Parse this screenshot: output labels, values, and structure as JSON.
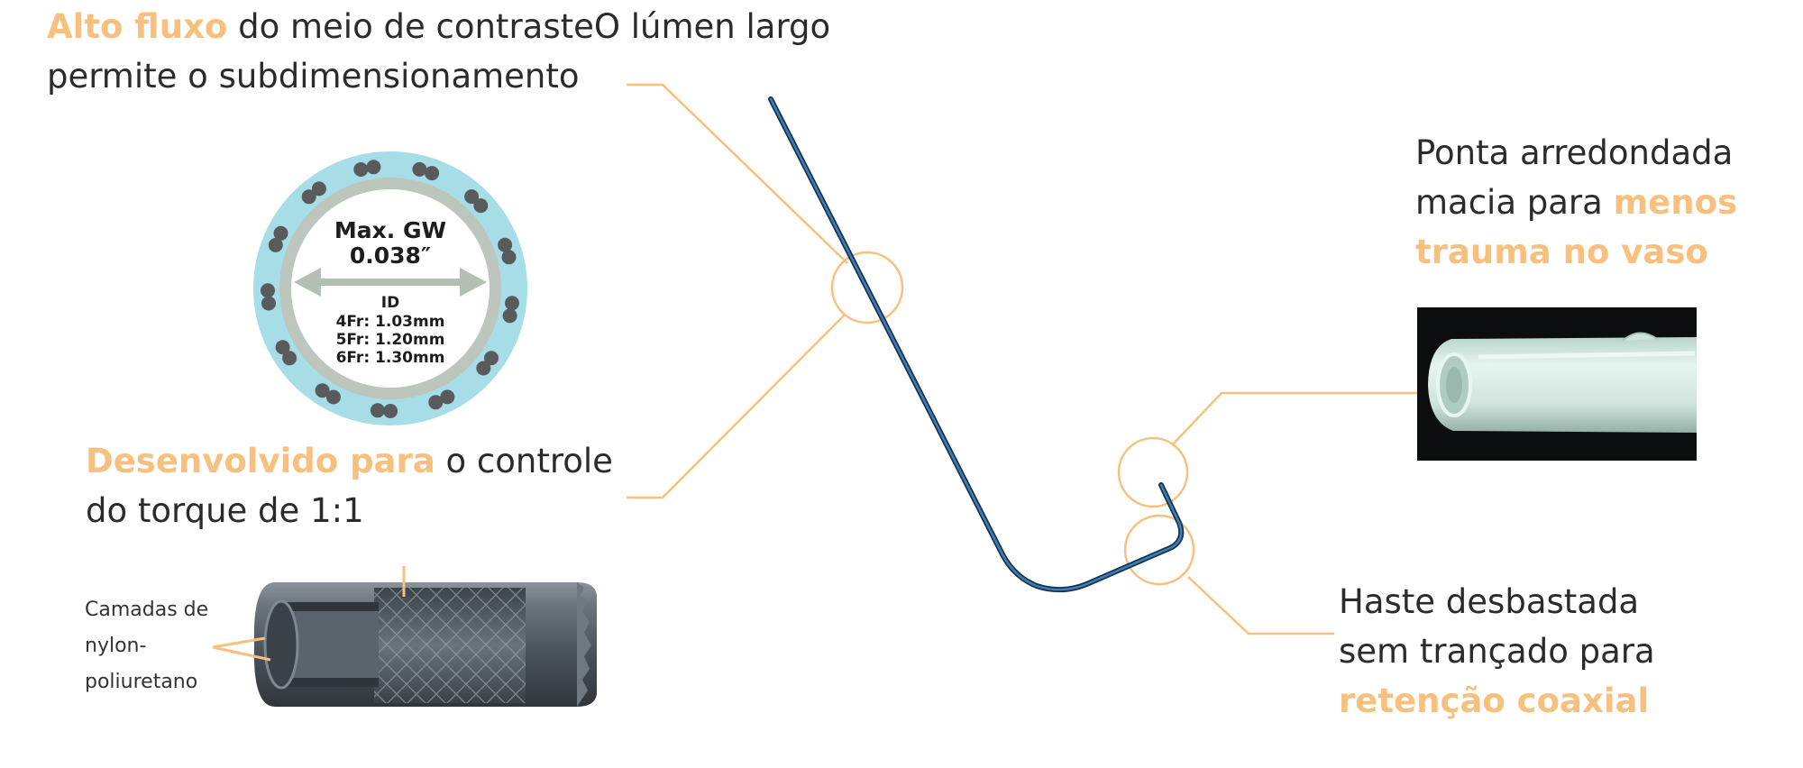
{
  "callouts": {
    "flow": {
      "highlight": "Alto fluxo",
      "rest_line1": " do meio de contrasteO lúmen largo",
      "line2": "permite o subdimensionamento"
    },
    "torque": {
      "highlight": "Desenvolvido para",
      "rest_line1": " o controle",
      "line2": "do torque de 1:1"
    },
    "tip": {
      "line1": "Ponta arredondada",
      "line2_plain": "macia para ",
      "line2_highlight": "menos",
      "line3_highlight": "trauma no vaso"
    },
    "shaft": {
      "line1": "Haste desbastada",
      "line2": "sem trançado para",
      "line3_highlight": "retenção coaxial"
    }
  },
  "cross_section": {
    "title_line1": "Max. GW",
    "title_line2": "0.038″",
    "id_label": "ID",
    "sizes": [
      "4Fr: 1.03mm",
      "5Fr: 1.20mm",
      "6Fr: 1.30mm"
    ]
  },
  "tube_label": "Camadas de nylon-poliuretano",
  "colors": {
    "accent": "#f8c07e",
    "text": "#2b2b2b",
    "catheter": "#1e4f7a",
    "outer_ring": "#a6dde7",
    "inner_ring": "#bcc6bc",
    "braid_dot": "#595a5c",
    "arrow": "#b3bfb3",
    "tube_body": "#555d66",
    "tip_photo_bg": "#0b0d0f",
    "tip_material": "#d6ebe4"
  }
}
